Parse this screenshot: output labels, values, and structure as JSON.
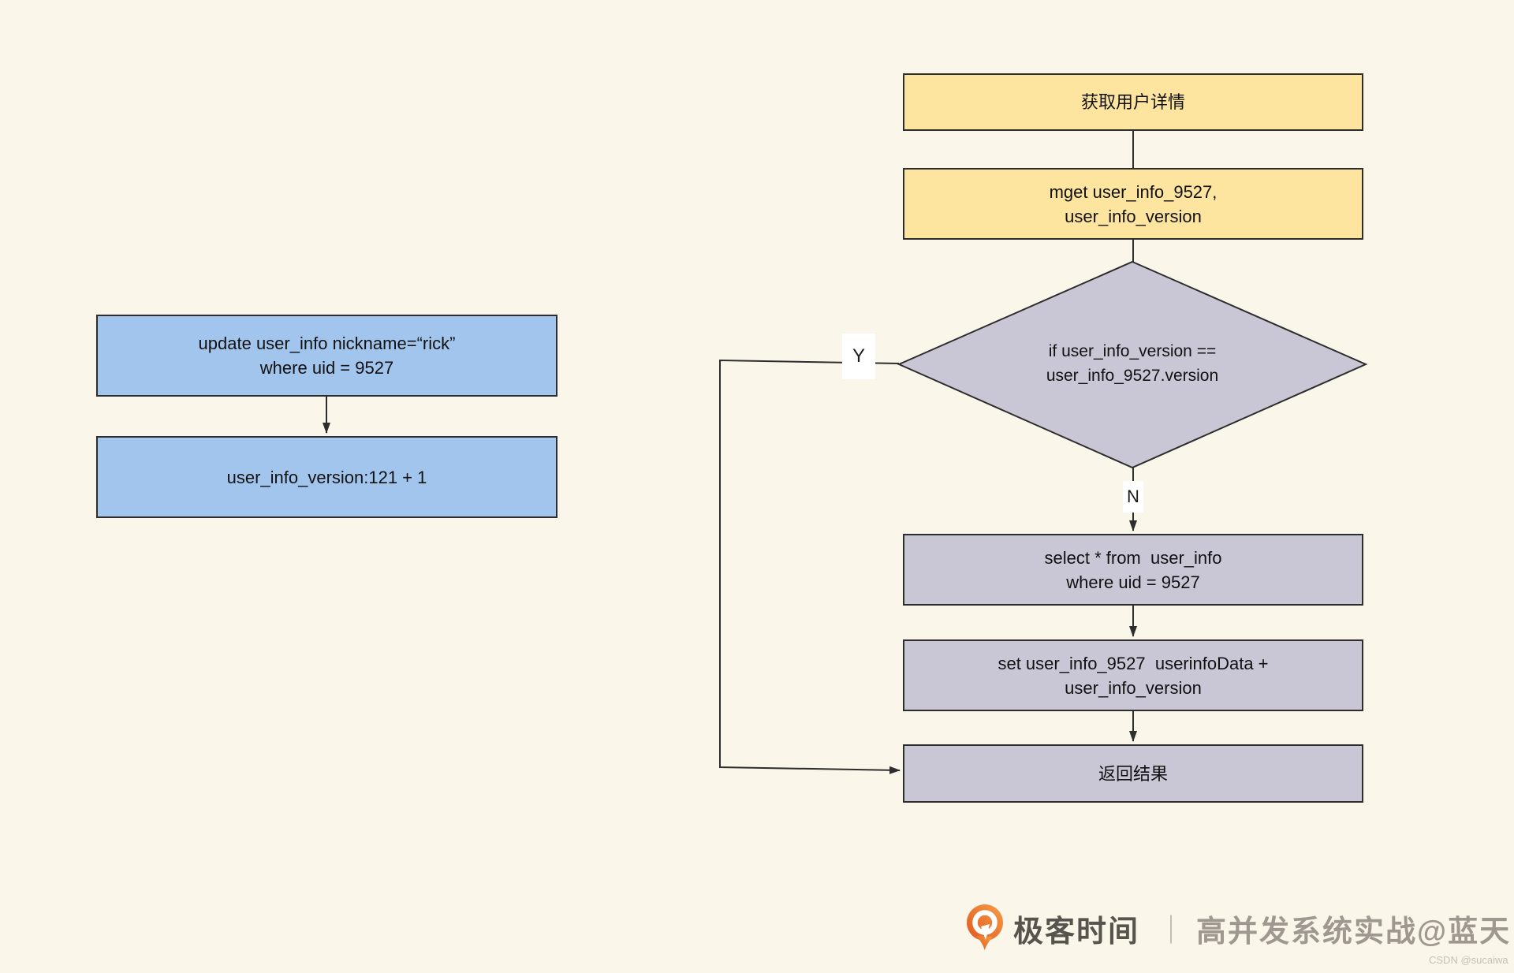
{
  "left_flow": {
    "box_update": {
      "line1": "update user_info nickname=“rick”",
      "line2": "where uid = 9527"
    },
    "box_version": {
      "line1": "user_info_version:121 + 1"
    }
  },
  "right_flow": {
    "box_title": {
      "line1": "获取用户详情"
    },
    "box_mget": {
      "line1": "mget user_info_9527,",
      "line2": "user_info_version"
    },
    "diamond_check": {
      "line1": "if user_info_version ==",
      "line2": "user_info_9527.version"
    },
    "label_yes": "Y",
    "label_no": "N",
    "box_select": {
      "line1": "select * from  user_info",
      "line2": "where uid = 9527"
    },
    "box_set": {
      "line1": "set user_info_9527  userinfoData +",
      "line2": "user_info_version"
    },
    "box_return": {
      "line1": "返回结果"
    }
  },
  "branding": {
    "logo_text": "极客时间",
    "divider": "｜",
    "course_text": "高并发系统实战@蓝天",
    "watermark": "CSDN @sucaiwa"
  },
  "colors": {
    "background": "#faf6ea",
    "box_blue": "#a2c5ed",
    "box_yellow": "#fde5a0",
    "box_purple": "#c9c7d6",
    "line": "#2d2d2d",
    "brand_orange_dark": "#e2571f",
    "brand_orange_light": "#f59e45",
    "brand_text": "#57534d",
    "course_text": "#9e9890"
  }
}
